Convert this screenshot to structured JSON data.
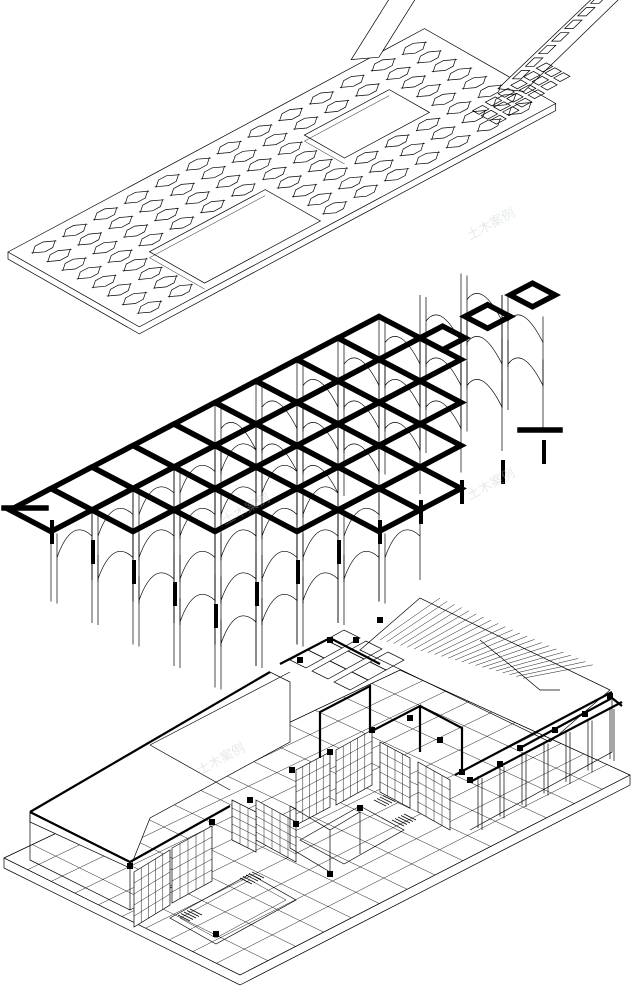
{
  "figure": {
    "layers": [
      "roof-slab-grid",
      "column-arch-structure",
      "ground-floor-plan"
    ]
  },
  "watermarks": {
    "top": "土木案例",
    "middle": "土木案例",
    "middle_left": "土木案例",
    "bottom": "土木案例"
  },
  "colors": {
    "ink": "#000000",
    "paper": "#ffffff",
    "watermark": "#b9c2c8"
  }
}
